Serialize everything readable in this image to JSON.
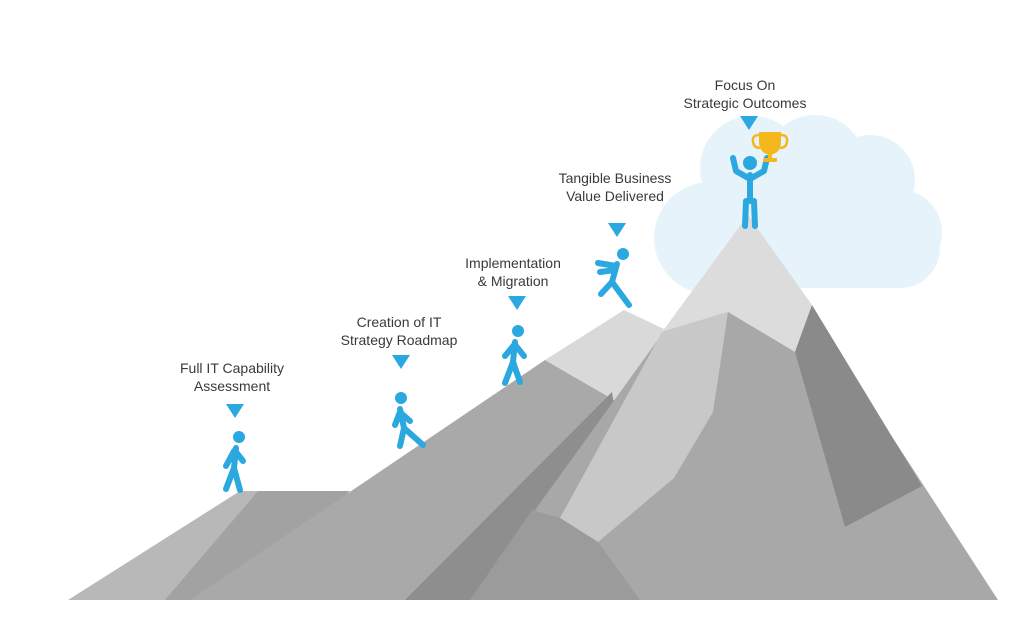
{
  "steps": [
    {
      "line1": "Full IT Capability",
      "line2": "Assessment"
    },
    {
      "line1": "Creation of IT",
      "line2": "Strategy Roadmap"
    },
    {
      "line1": "Implementation",
      "line2": "& Migration"
    },
    {
      "line1": "Tangible Business",
      "line2": "Value Delivered"
    },
    {
      "line1": "Focus On",
      "line2": "Strategic Outcomes"
    }
  ],
  "icons": {
    "climber": "person-icon",
    "marker": "triangle-down-icon",
    "trophy": "trophy-icon"
  },
  "colors": {
    "figure": "#2aa8df",
    "marker": "#2aa8df",
    "trophy": "#f4b81c",
    "cloud": "#e6f3fb",
    "text": "#3a3a3a"
  }
}
